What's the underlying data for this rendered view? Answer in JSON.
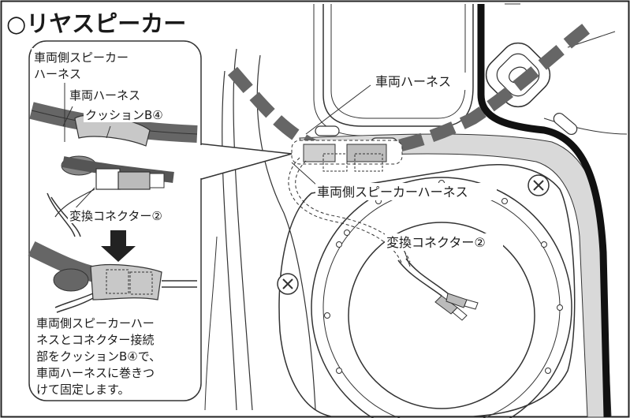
{
  "title": "○リヤスピーカー",
  "inset": {
    "label_vehicle_speaker_harness": [
      "車両側スピーカー",
      "ハーネス"
    ],
    "label_vehicle_harness": "車両ハーネス",
    "label_cushion": "クッションB④",
    "label_converter": "変換コネクター②",
    "note_lines": [
      "車両側スピーカーハー",
      "ネスとコネクター接続",
      "部をクッションB④で、",
      "車両ハーネスに巻きつ",
      "けて固定します。"
    ]
  },
  "main": {
    "label_vehicle_harness": "車両ハーネス",
    "label_vehicle_speaker_harness": "車両側スピーカーハーネス",
    "label_converter": "変換コネクター②"
  },
  "colors": {
    "harness": "#666666",
    "outline": "#222222",
    "cushion": "#c8c8c8",
    "frame_gray": "#d9d9d9"
  }
}
